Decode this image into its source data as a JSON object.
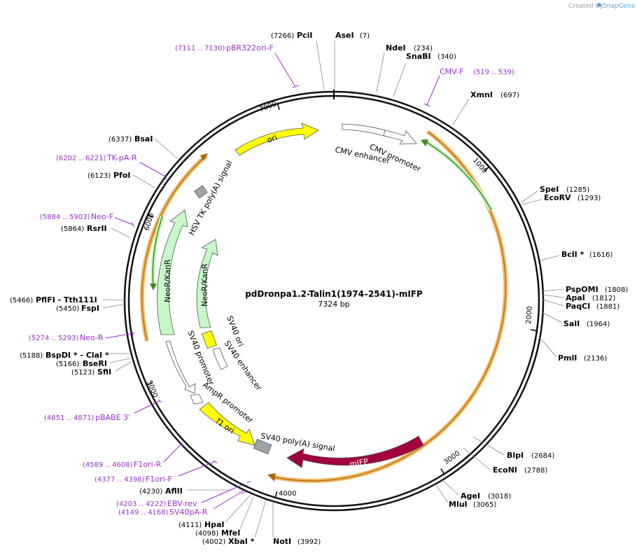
{
  "credit": {
    "prefix": "Created by",
    "brand": "SnapGene"
  },
  "plasmid": {
    "name": "pdDronpa1.2-Talin1(1974–2541)-mIFP",
    "length_label": "7324 bp",
    "length": 7324
  },
  "ticks": [
    "1000",
    "2000",
    "3000",
    "4000",
    "5000",
    "6000",
    "7000"
  ],
  "enzymes": [
    {
      "name": "PciI",
      "pos": "(7266)"
    },
    {
      "name": "AseI",
      "pos": "(7)"
    },
    {
      "name": "NdeI",
      "pos": "(234)"
    },
    {
      "name": "SnaBI",
      "pos": "(340)"
    },
    {
      "name": "XmnI",
      "pos": "(697)"
    },
    {
      "name": "SpeI",
      "pos": "(1285)"
    },
    {
      "name": "EcoRV",
      "pos": "(1293)"
    },
    {
      "name": "BclI *",
      "pos": "(1616)"
    },
    {
      "name": "PspOMI",
      "pos": "(1808)"
    },
    {
      "name": "ApaI",
      "pos": "(1812)"
    },
    {
      "name": "PaqCI",
      "pos": "(1881)"
    },
    {
      "name": "SalI",
      "pos": "(1964)"
    },
    {
      "name": "PmlI",
      "pos": "(2136)"
    },
    {
      "name": "BlpI",
      "pos": "(2684)"
    },
    {
      "name": "EcoNI",
      "pos": "(2788)"
    },
    {
      "name": "AgeI",
      "pos": "(3018)"
    },
    {
      "name": "MluI",
      "pos": "(3065)"
    },
    {
      "name": "NotI",
      "pos": "(3992)"
    },
    {
      "name": "XbaI *",
      "pos": "(4002)"
    },
    {
      "name": "MfeI",
      "pos": "(4098)"
    },
    {
      "name": "HpaI",
      "pos": "(4111)"
    },
    {
      "name": "AflII",
      "pos": "(4230)"
    },
    {
      "name": "SfiI",
      "pos": "(5123)"
    },
    {
      "name": "BseRI",
      "pos": "(5166)"
    },
    {
      "name": "BspDI * - ClaI *",
      "pos": "(5188)"
    },
    {
      "name": "FspI",
      "pos": "(5450)"
    },
    {
      "name": "PflFI - Tth111I",
      "pos": "(5466)"
    },
    {
      "name": "RsrII",
      "pos": "(5864)"
    },
    {
      "name": "PfoI",
      "pos": "(6123)"
    },
    {
      "name": "BsaI",
      "pos": "(6337)"
    }
  ],
  "primers": [
    {
      "name": "pBR322ori-F",
      "range": "(7111 .. 7130)"
    },
    {
      "name": "CMV-F",
      "range": "(519 .. 539)"
    },
    {
      "name": "TK-pA-R",
      "range": "(6202 .. 6221)"
    },
    {
      "name": "Neo-F",
      "range": "(5884 .. 5903)"
    },
    {
      "name": "Neo-R",
      "range": "(5274 .. 5293)"
    },
    {
      "name": "pBABE 3'",
      "range": "(4851 .. 4871)"
    },
    {
      "name": "F1ori-R",
      "range": "(4589 .. 4608)"
    },
    {
      "name": "F1ori-F",
      "range": "(4377 .. 4398)"
    },
    {
      "name": "EBV-rev",
      "range": "(4203 .. 4222)"
    },
    {
      "name": "SV40pA-R",
      "range": "(4149 .. 4168)"
    }
  ],
  "features": [
    {
      "name": "ori"
    },
    {
      "name": "CMV enhancer"
    },
    {
      "name": "CMV promoter"
    },
    {
      "name": "HSV TK poly(A) signal"
    },
    {
      "name": "NeoR/KanR"
    },
    {
      "name": "NeoR/KanR"
    },
    {
      "name": "SV40 ori"
    },
    {
      "name": "SV40 enhancer"
    },
    {
      "name": "SV40 promoter"
    },
    {
      "name": "AmpR promoter"
    },
    {
      "name": "f1 ori"
    },
    {
      "name": "SV40 poly(A) signal"
    },
    {
      "name": "mIFP"
    }
  ],
  "colors": {
    "primer": "#9a2fc9",
    "ori": "#ffff00",
    "promoter": "#ffffff",
    "cds": "#c8f7c8",
    "mifp": "#a0003c",
    "orange_arc": "#f5b560",
    "green_arc": "#3c8a1e",
    "polyA": "#9ea3a8"
  }
}
